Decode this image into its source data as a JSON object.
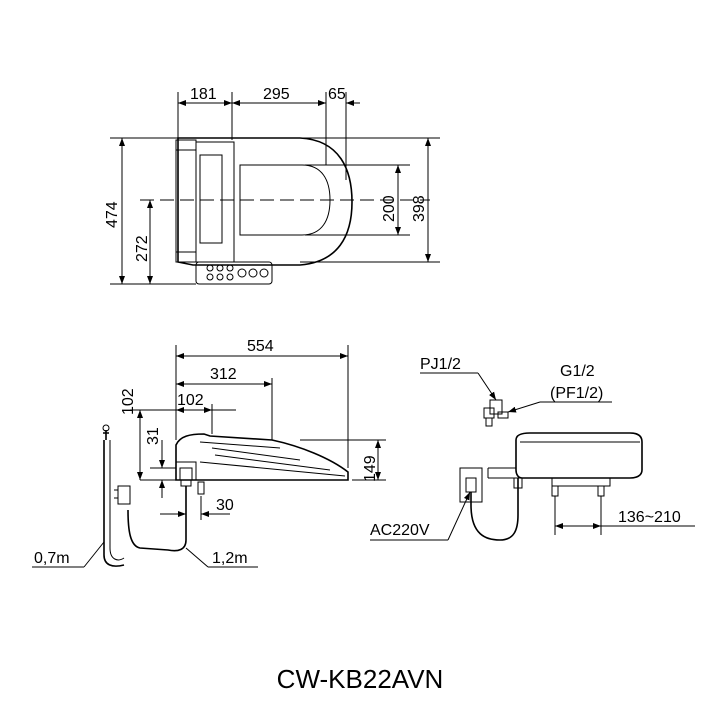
{
  "model": "CW-KB22AVN",
  "top_view": {
    "dim_rear": "181",
    "dim_mid": "295",
    "dim_front": "65",
    "dim_total_width": "474",
    "dim_center": "272",
    "dim_bowl": "200",
    "dim_depth": "398"
  },
  "side_view": {
    "dim_length": "554",
    "dim_mount": "312",
    "dim_pipe_height": "102",
    "dim_pipe_offset": "102",
    "dim_small": "31",
    "dim_height": "149",
    "dim_hose_gap": "30",
    "cord_length": "0,7m",
    "hose_length": "1,2m"
  },
  "rear_view": {
    "inlet_label": "PJ1/2",
    "thread_label": "G1/2",
    "thread_label_alt": "(PF1/2)",
    "power_label": "AC220V",
    "mount_range": "136~210"
  }
}
